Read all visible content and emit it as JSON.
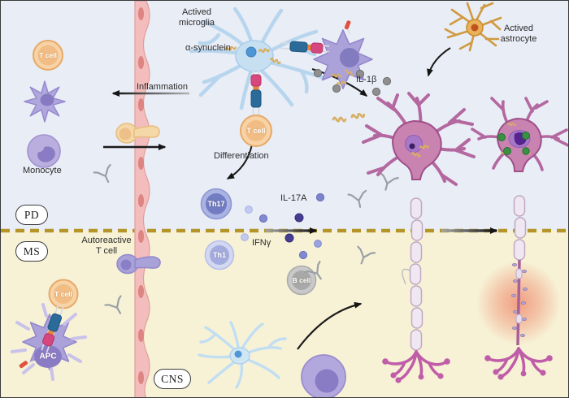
{
  "figure_zones": {
    "pd": "PD",
    "ms": "MS",
    "cns": "CNS"
  },
  "labels": {
    "actived_microglia": "Actived\nmicroglia",
    "alpha_synuclein": "α-synuclein",
    "actived_astrocyte": "Actived\nastrocyte",
    "inflammation": "Inflammation",
    "il_1b": "IL-1β",
    "t_cell": "T cell",
    "differentiation": "Differentiation",
    "th17": "Th17",
    "il_17a": "IL-17A",
    "ifn_gamma": "IFNγ",
    "th1": "Th1",
    "b_cell": "B cell",
    "autoreactive_t_cell": "Autoreactive\nT cell",
    "monocyte": "Monocyte",
    "apc": "APC"
  },
  "colors": {
    "pd_zone_bg": "#e9edf6",
    "ms_zone_bg": "#f7f2d6",
    "divider_dash": "#b5952a",
    "vessel": "#f3bdbd",
    "t_cell_fill": "#f1bd84",
    "th17_fill": "#717cc3",
    "th1_fill": "#a3abdf",
    "b_cell_fill": "#a8a8a8",
    "apc_fill": "#aba2da",
    "microglia_fill": "#c6e0f2",
    "astrocyte_fill": "#e9b259",
    "neuron_fill": "#c983b1",
    "myelin_fill": "#efe7f1",
    "alpha_synuclein_squiggle": "#d8af63",
    "il1b_dot": "#8f8f8f",
    "lewy_body_green": "#3a9142",
    "damage_glow": "#eb5a3c"
  }
}
